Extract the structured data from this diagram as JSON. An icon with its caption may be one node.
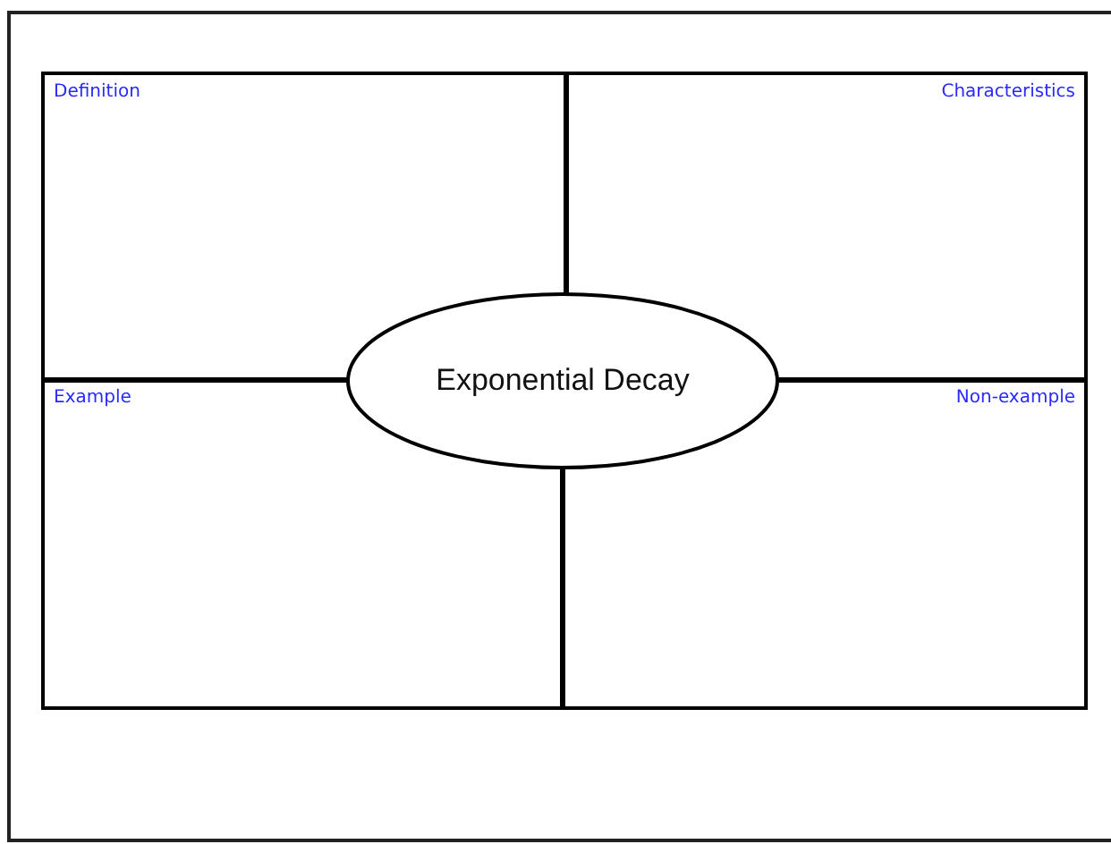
{
  "diagram": {
    "nodes": [
      {
        "text": [
          "Definition"
        ]
      },
      {
        "text": [
          "Characteristics"
        ]
      },
      {
        "text": [
          "Exponential Decay"
        ]
      },
      {
        "text": [
          "Example"
        ]
      },
      {
        "text": [
          "Non-example"
        ]
      }
    ]
  }
}
